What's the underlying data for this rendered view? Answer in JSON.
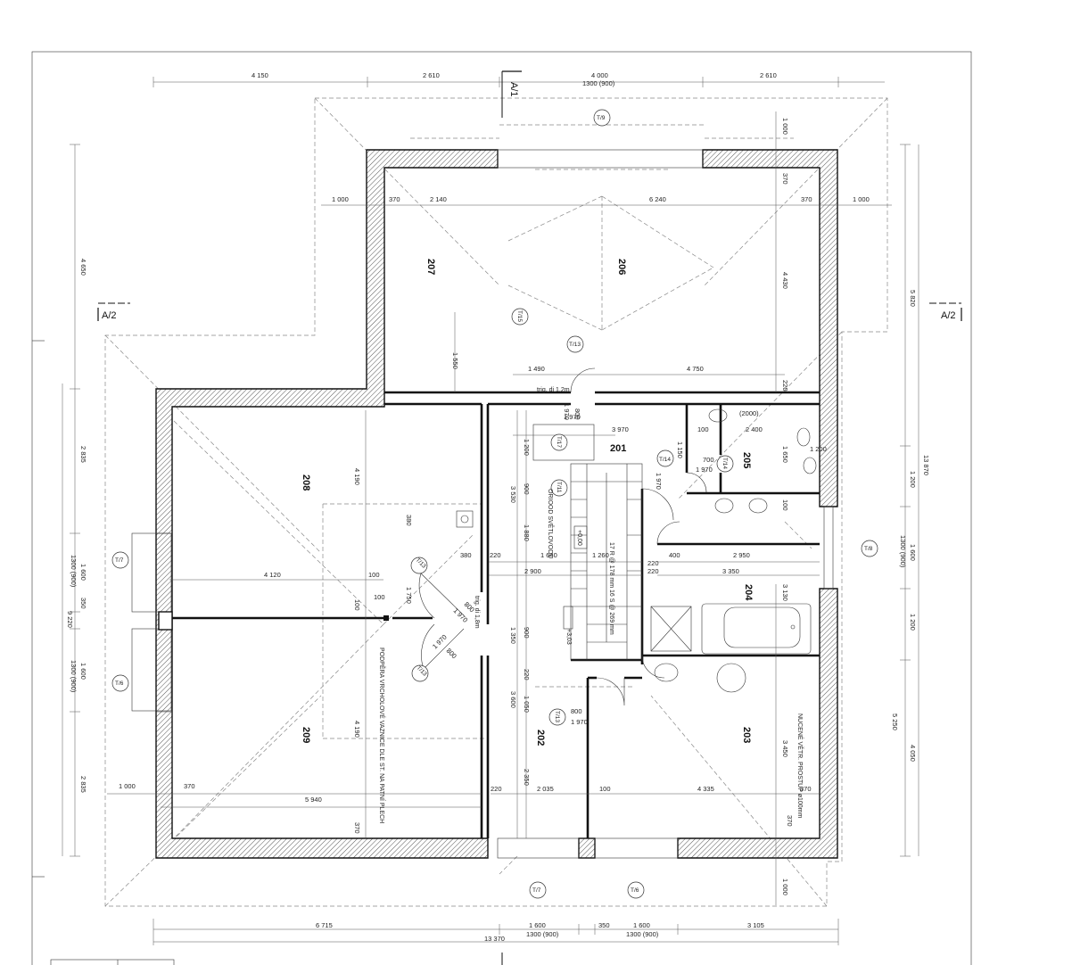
{
  "sections": {
    "a1": "A/1",
    "a2_left": "A/2",
    "a2_right": "A/2"
  },
  "rooms": {
    "r201": "201",
    "r202": "202",
    "r203": "203",
    "r204": "204",
    "r205": "205",
    "r206": "206",
    "r207": "207",
    "r208": "208",
    "r209": "209"
  },
  "tags": {
    "t9": "T/9",
    "t15": "T/15",
    "t13a": "T/13",
    "t17": "T/17",
    "t11": "T/11",
    "t14a": "T/14",
    "t14b": "T/14",
    "t13b": "T/13",
    "t13c": "T/13",
    "t13d": "T/13",
    "t7a": "T/7",
    "t6a": "T/6",
    "t8": "T/8",
    "t7b": "T/7",
    "t6b": "T/6"
  },
  "top_dims": {
    "d1": "4 150",
    "d2": "2 610",
    "d3": "4 000",
    "d3b": "1300 (900)",
    "d4": "2 610"
  },
  "bottom_dims": {
    "d1": "6 715",
    "d2": "1 600",
    "d2b": "1300 (900)",
    "d3": "350",
    "d4": "1 600",
    "d4b": "1300 (900)",
    "d5": "3 105",
    "total": "13 370"
  },
  "left_dims": {
    "d1": "4 650",
    "d2": "2 835",
    "d3": "1 600",
    "d3b": "1300 (900)",
    "d4": "350",
    "total": "9 220",
    "d5": "1 600",
    "d5b": "1300 (900)",
    "d6": "2 835"
  },
  "right_dims": {
    "d1": "5 820",
    "total": "13 870",
    "d2": "1 200",
    "d3": "1 600",
    "d3b": "1300 (900)",
    "d4": "1 200",
    "d5": "5 250",
    "d6": "4 050"
  },
  "inner_dims": {
    "i1": "1 000",
    "i2": "370",
    "i3": "2 140",
    "i4": "6 240",
    "i5": "370",
    "i6": "1 000",
    "i7": "370",
    "i8": "1 000",
    "i9": "4 430",
    "i10": "1 550",
    "i11": "1 490",
    "i12": "4 750",
    "i13": "220",
    "i14": "1 970",
    "i15": "800",
    "i16": "3 970",
    "i17": "100",
    "i18": "2 400",
    "i19": "(2000)",
    "i20": "1 200",
    "i21": "1 150",
    "i22": "700",
    "i23": "1 970",
    "i24": "1 650",
    "i25": "900",
    "i26": "3 530",
    "i27": "1 970",
    "i28": "4 190",
    "i29": "380",
    "i30": "1 880",
    "i31": "380",
    "i32": "220",
    "i33": "1 640",
    "i34": "1 260",
    "i35": "400",
    "i36": "2 950",
    "i37": "220",
    "i38": "220",
    "i39": "2 900",
    "i40": "3 350",
    "i41": "100",
    "i42": "4 120",
    "i43": "100",
    "i44": "1 750",
    "i45": "100",
    "i46": "3 130",
    "i47": "800",
    "i48": "1 970",
    "i49": "1 350",
    "i50": "900",
    "i51": "1 970",
    "i52": "800",
    "i53": "220",
    "i54": "3 600",
    "i55": "1 050",
    "i56": "800",
    "i57": "1 970",
    "i58": "4 190",
    "i59": "3 450",
    "i60": "2 350",
    "i61": "1 000",
    "i62": "370",
    "i63": "5 940",
    "i64": "220",
    "i65": "2 035",
    "i66": "100",
    "i67": "4 335",
    "i68": "370",
    "i69": "370",
    "i70": "370",
    "i71": "1 000",
    "i72": "100",
    "i73": "1 200",
    "i74": "1 970"
  },
  "notes": {
    "trig1": "trig. di 1,2m",
    "trig2": "trig. di 1,8m",
    "svetlovod": "ORIOOD SVĚTLOVODU",
    "level1": "+0,00",
    "level2": "+3,03",
    "stairs": "17 R @ 178 mm 16 S @ 269 mm",
    "podpera": "PODPĚRA VRCHOLOVÉ VAZNICE DLE ST. NA PATNÍ PLECH",
    "vetrani": "NUCENÉ VĚTR. PROSTUP ø100mm"
  }
}
